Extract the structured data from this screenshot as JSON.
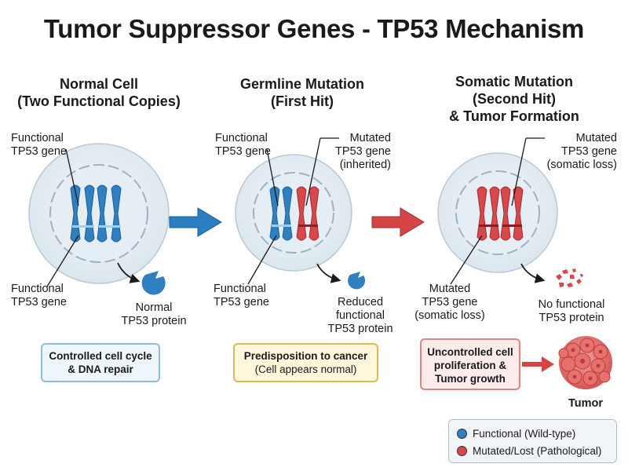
{
  "title": "Tumor Suppressor Genes - TP53 Mechanism",
  "panels": [
    {
      "heading": [
        "Normal Cell",
        "(Two Functional Copies)"
      ],
      "label_top_left": [
        "Functional",
        "TP53 gene"
      ],
      "label_bottom_left": [
        "Functional",
        "TP53 gene"
      ],
      "protein_label": [
        "Normal",
        "TP53 protein"
      ],
      "box": [
        "Controlled cell cycle",
        "& DNA repair"
      ]
    },
    {
      "heading": [
        "Germline Mutation",
        "(First Hit)"
      ],
      "label_top_left": [
        "Functional",
        "TP53 gene"
      ],
      "label_top_right": [
        "Mutated",
        "TP53 gene",
        "(inherited)"
      ],
      "label_bottom_left": [
        "Functional",
        "TP53 gene"
      ],
      "protein_label": [
        "Reduced",
        "functional",
        "TP53 protein"
      ],
      "box_title": "Predisposition to cancer",
      "box_sub": "(Cell appears normal)"
    },
    {
      "heading": [
        "Somatic Mutation",
        "(Second Hit)",
        "& Tumor Formation"
      ],
      "label_top_right": [
        "Mutated",
        "TP53 gene",
        "(somatic loss)"
      ],
      "label_bottom_left": [
        "Mutated",
        "TP53 gene",
        "(somatic loss)"
      ],
      "protein_label": [
        "No functional",
        "TP53 protein"
      ],
      "box": [
        "Uncontrolled cell",
        "proliferation &",
        "Tumor growth"
      ],
      "tumor_label": "Tumor"
    }
  ],
  "legend": [
    {
      "label": "Functional (Wild-type)",
      "color": "#2f7fc1"
    },
    {
      "label": "Mutated/Lost (Pathological)",
      "color": "#d8484a"
    }
  ],
  "colors": {
    "functional": "#2f7fc1",
    "mutated": "#d8484a",
    "arrow_blue": "#2b7fc0",
    "arrow_red": "#d64545",
    "membrane": "#d2dde6",
    "nucleus": "#dfe9f1"
  }
}
